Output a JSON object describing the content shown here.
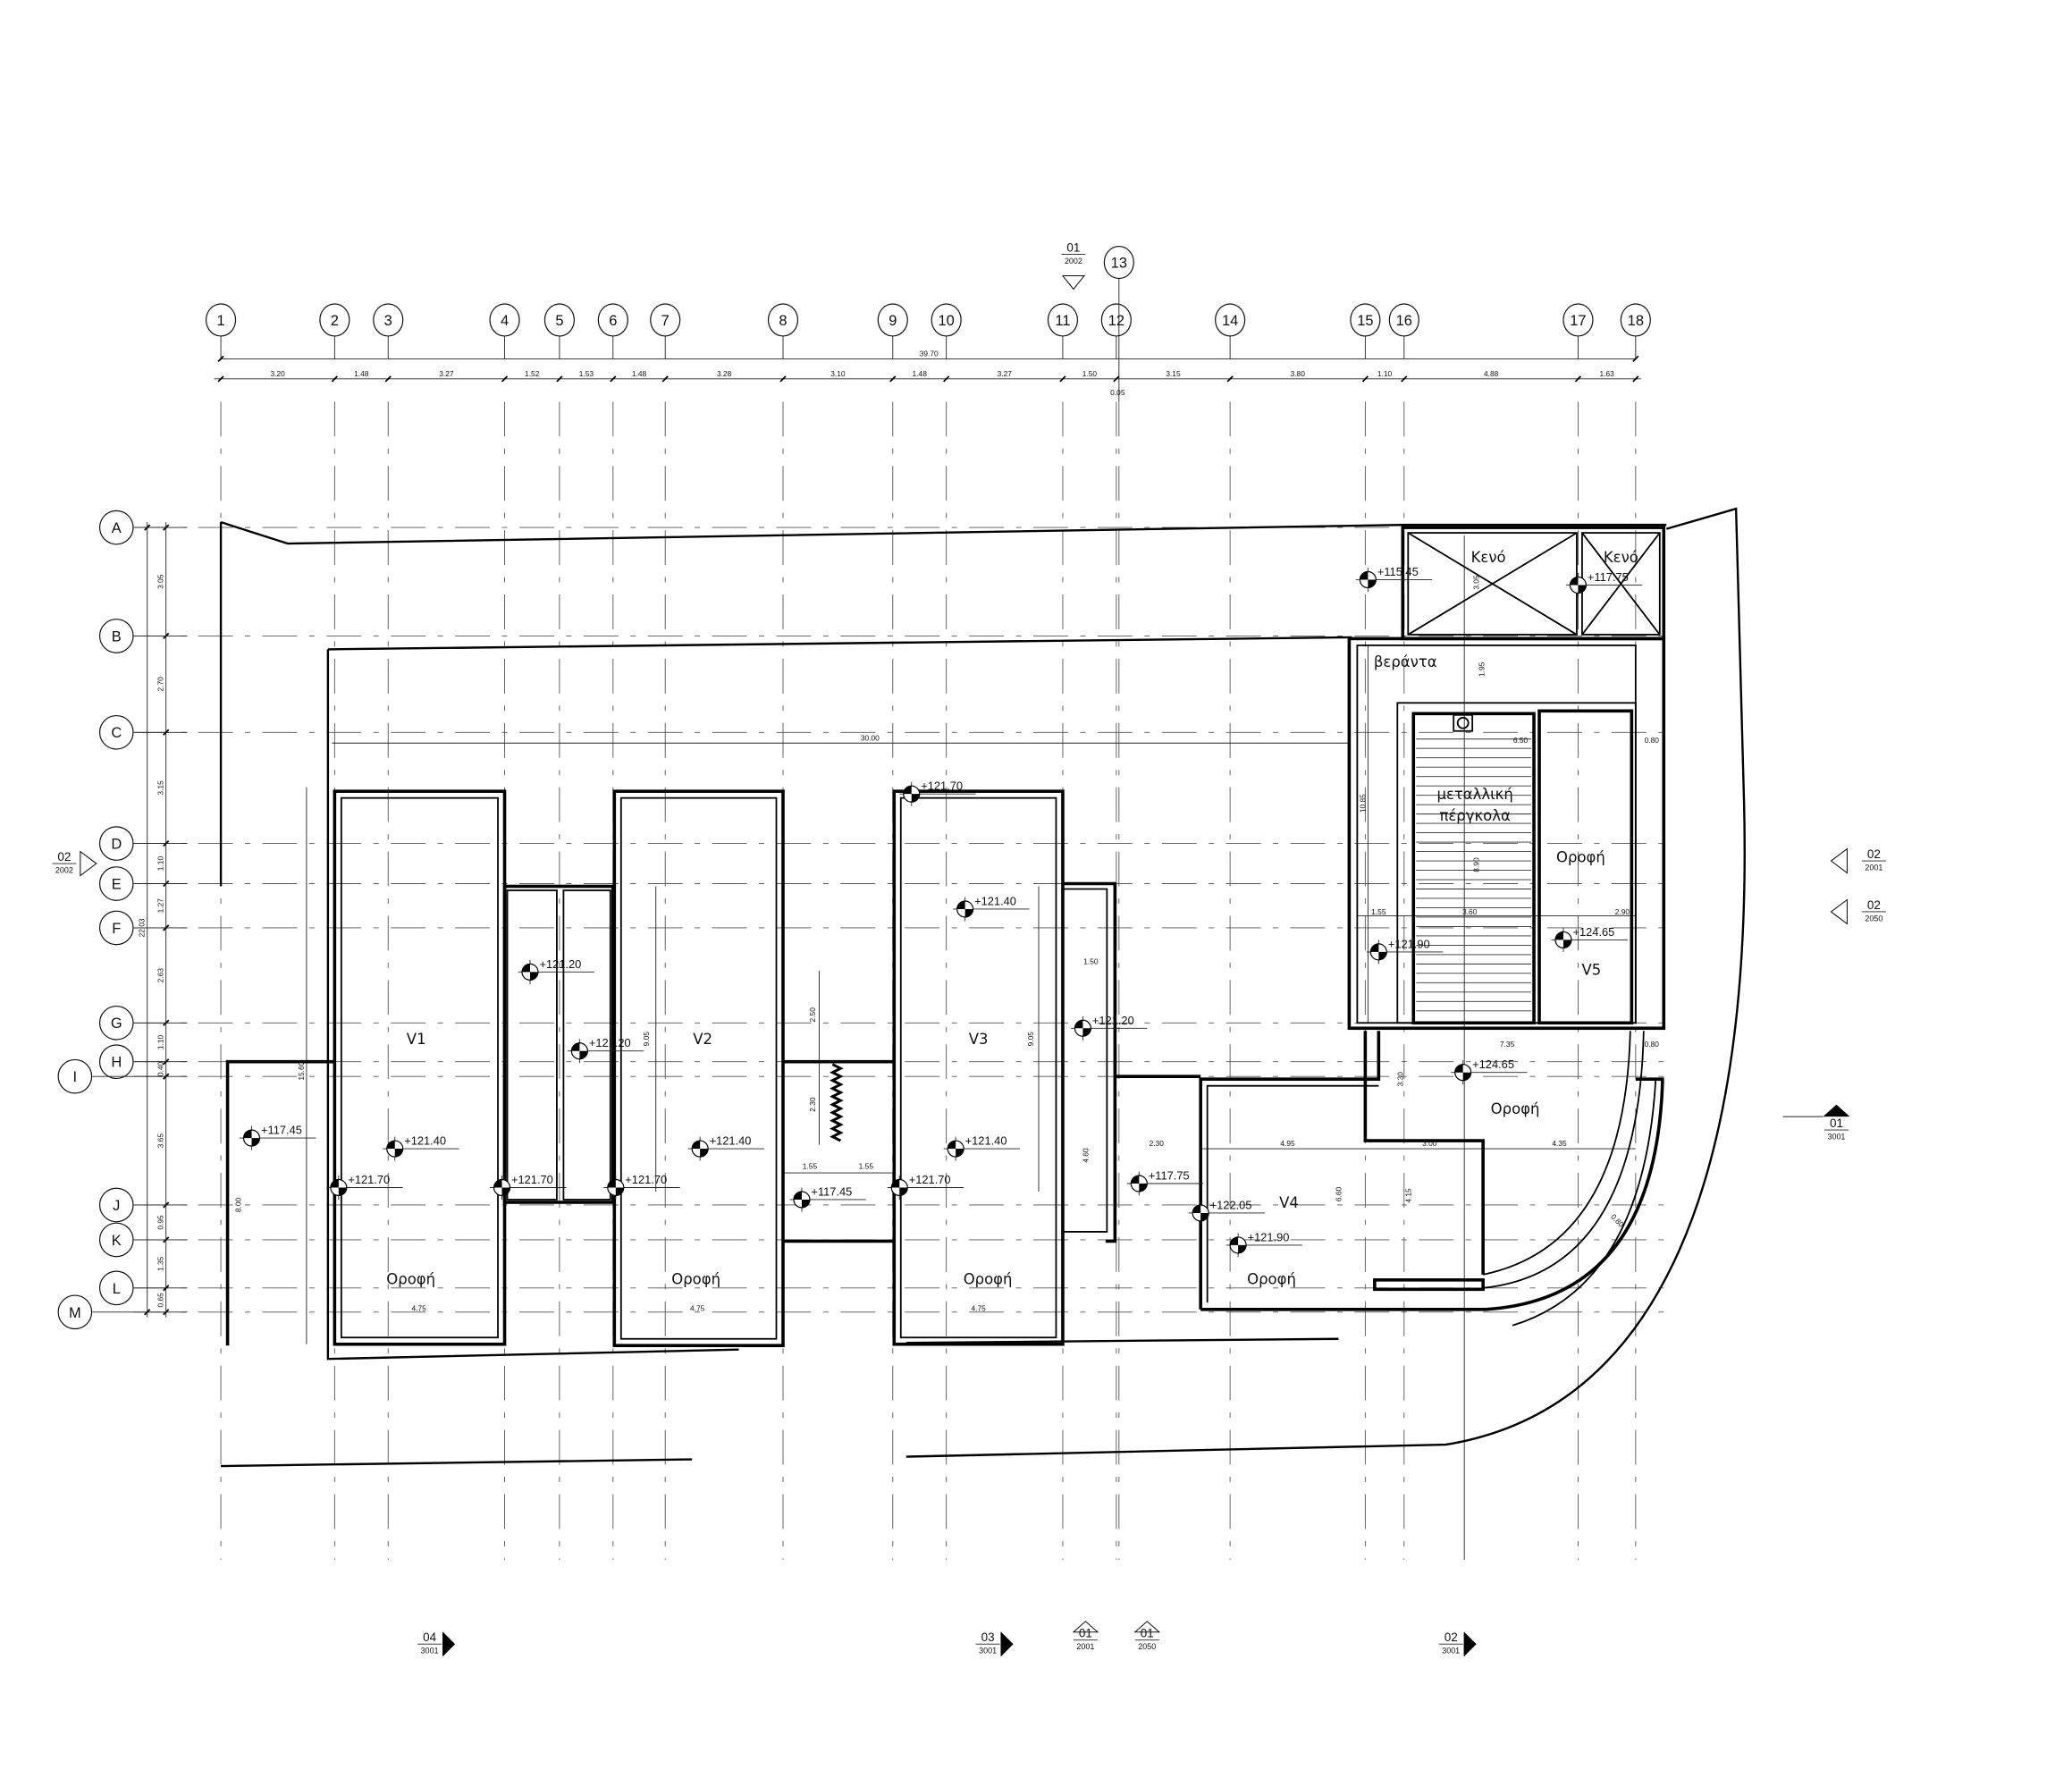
{
  "grid": {
    "columns": [
      "1",
      "2",
      "3",
      "4",
      "5",
      "6",
      "7",
      "8",
      "9",
      "10",
      "11",
      "12",
      "13",
      "14",
      "15",
      "16",
      "17",
      "18"
    ],
    "rows": [
      "A",
      "B",
      "C",
      "D",
      "E",
      "F",
      "G",
      "H",
      "I",
      "J",
      "K",
      "L",
      "M"
    ]
  },
  "dimensions": {
    "overall_horizontal": "39.70",
    "horizontal_chain": [
      "3.20",
      "1.48",
      "3.27",
      "1.52",
      "1.53",
      "1.48",
      "3.28",
      "3.10",
      "1.48",
      "3.27",
      "1.50",
      "3.15",
      "3.80",
      "1.10",
      "4.88",
      "1.63"
    ],
    "offset_12_13": "0.05",
    "overall_vertical": "22.03",
    "vertical_chain": [
      "3.05",
      "2.70",
      "3.15",
      "1.10",
      "1.27",
      "2.63",
      "1.10",
      "0.40",
      "3.65",
      "0.95",
      "1.35",
      "0.65"
    ],
    "plan": [
      "30.00",
      "15.60",
      "8.00",
      "9.05",
      "9.05",
      "2.50",
      "2.30",
      "1.55",
      "1.55",
      "1.50",
      "4.60",
      "2.30",
      "4.95",
      "3.00",
      "4.35",
      "7.35",
      "0.80",
      "0.80",
      "6.50",
      "1.55",
      "3.60",
      "2.90",
      "10.85",
      "8.90",
      "1.95",
      "3.05",
      "3.30",
      "4.15",
      "6.60",
      "0.80",
      "4.75",
      "4.75",
      "4.75"
    ]
  },
  "levels": [
    "+115.45",
    "+117.75",
    "+121.70",
    "+121.40",
    "+121.20",
    "+121.20",
    "+121.20",
    "+121.90",
    "+124.65",
    "+124.65",
    "+117.45",
    "+121.40",
    "+121.40",
    "+121.40",
    "+121.70",
    "+121.70",
    "+121.70",
    "+121.70",
    "+117.45",
    "+117.75",
    "+122.05",
    "+121.90"
  ],
  "rooms": [
    "V1",
    "V2",
    "V3",
    "V4",
    "V5",
    "Οροφή",
    "Οροφή",
    "Οροφή",
    "Οροφή",
    "Οροφή",
    "Οροφή",
    "Κενό",
    "Κενό",
    "βεράντα",
    "μεταλλική",
    "πέργκολα"
  ],
  "sections": [
    {
      "num": "01",
      "sheet": "2002"
    },
    {
      "num": "02",
      "sheet": "2002"
    },
    {
      "num": "02",
      "sheet": "2001"
    },
    {
      "num": "02",
      "sheet": "2050"
    },
    {
      "num": "01",
      "sheet": "3001"
    },
    {
      "num": "04",
      "sheet": "3001"
    },
    {
      "num": "03",
      "sheet": "3001"
    },
    {
      "num": "01",
      "sheet": "2001"
    },
    {
      "num": "01",
      "sheet": "2050"
    },
    {
      "num": "02",
      "sheet": "3001"
    }
  ]
}
